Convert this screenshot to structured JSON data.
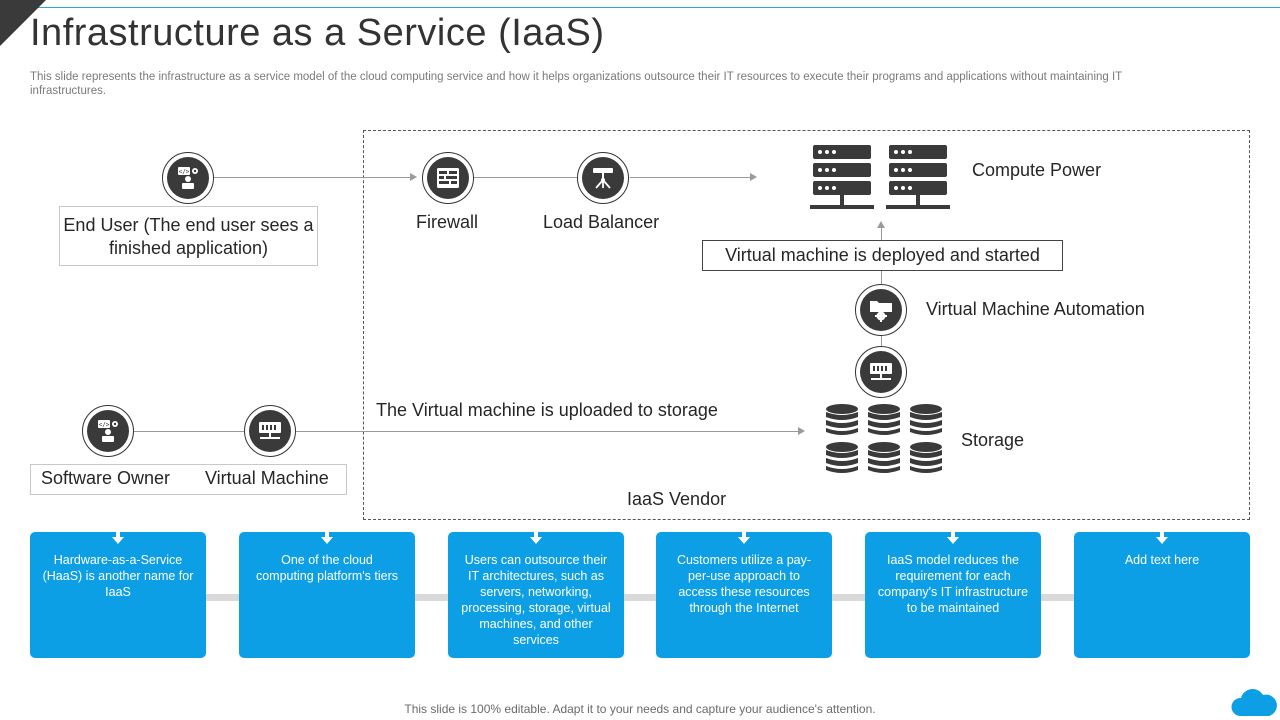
{
  "page": {
    "title": "Infrastructure as a Service (IaaS)",
    "subtitle": "This slide represents the infrastructure as a service model of the cloud computing service and how it helps organizations outsource their IT resources to execute their programs and applications without maintaining IT infrastructures.",
    "footer": "This slide is 100% editable. Adapt it to your needs and capture your audience's attention."
  },
  "diagram": {
    "end_user": "End User (The end user sees a finished application)",
    "firewall": "Firewall",
    "load_balancer": "Load Balancer",
    "compute_power": "Compute Power",
    "vm_deployed": "Virtual machine is deployed and started",
    "vm_automation": "Virtual Machine Automation",
    "vm_uploaded": "The Virtual machine is uploaded to storage",
    "storage": "Storage",
    "software_owner": "Software Owner",
    "virtual_machine": "Virtual Machine",
    "iaas_vendor": "IaaS Vendor"
  },
  "cards": [
    "Hardware-as-a-Service (HaaS) is another name for IaaS",
    "One of the cloud computing platform's tiers",
    "Users can outsource their IT architectures, such as servers, networking, processing, storage, virtual machines, and other services",
    "Customers utilize a pay-per-use approach to access these resources through the Internet",
    "IaaS model reduces the requirement for each company's IT infrastructure to be maintained",
    "Add text here"
  ],
  "icons": {
    "end_user": "user-laptop-icon",
    "firewall": "firewall-icon",
    "load_balancer": "load-balancer-icon",
    "compute_power": "server-rack-icon",
    "vm_automation": "folder-gear-icon",
    "storage_connector": "server-icon",
    "storage": "database-stack-icon",
    "software_owner": "user-laptop-icon",
    "virtual_machine": "server-icon",
    "brand": "cloud-icon"
  },
  "colors": {
    "accent": "#0d9fe6",
    "icon_dark": "#3a3a3a",
    "rule": "#2aa7d8"
  }
}
